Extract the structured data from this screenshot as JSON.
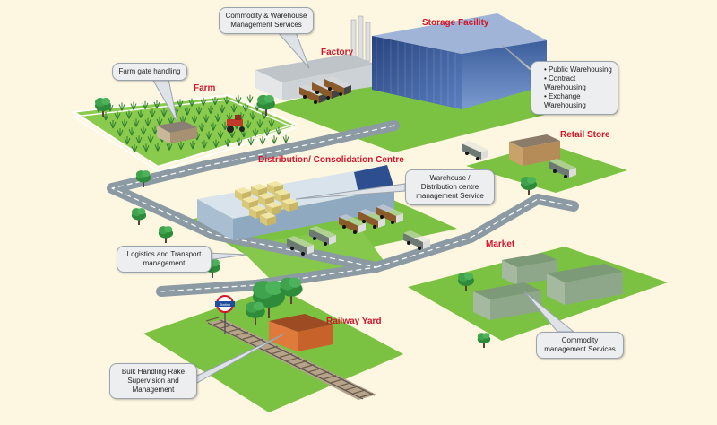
{
  "sites": {
    "storage_facility": "Storage Facility",
    "factory": "Factory",
    "farm": "Farm",
    "retail_store": "Retail Store",
    "distribution_centre": "Distribution/ Consolidation Centre",
    "market": "Market",
    "railway_yard": "Railway Yard"
  },
  "callouts": {
    "commodity_warehouse": "Commodity & Warehouse Management  Services",
    "farm_gate": "Farm gate handling",
    "warehousing_types": [
      "Public Warehousing",
      "Contract Warehousing",
      "Exchange Warehousing"
    ],
    "warehouse_distribution": "Warehouse / Distribution centre management Service",
    "logistics": "Logistics and Transport management",
    "commodity_management": "Commodity management Services",
    "bulk_handling": "Bulk Handling Rake Supervision and Management"
  },
  "station_sign": "Station",
  "colors": {
    "background": "#fdf7e1",
    "grass": "#7cc242",
    "road": "#8c9aa3",
    "title_red": "#d2142a",
    "warehouse_blue": "#2d4f8f"
  }
}
